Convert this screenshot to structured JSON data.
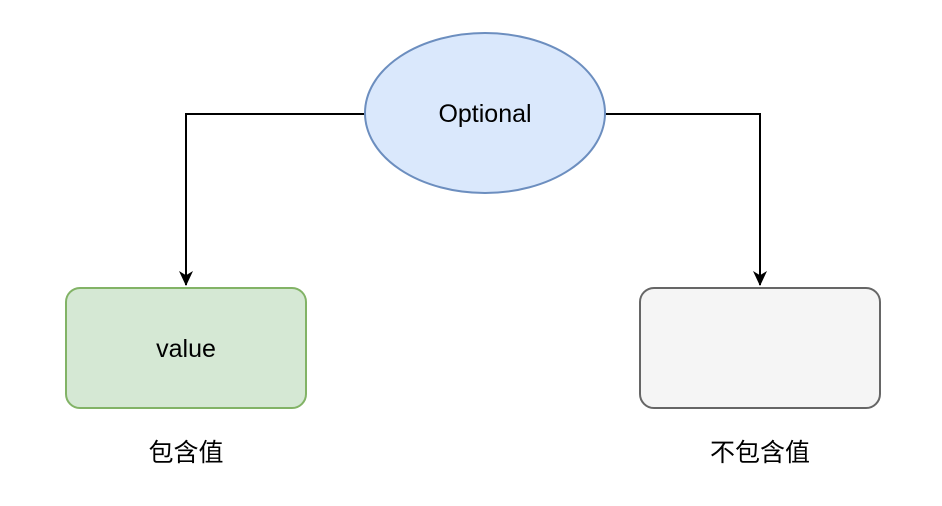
{
  "diagram": {
    "root_node": {
      "label": "Optional",
      "fill": "#dae8fc",
      "stroke": "#6c8ebf"
    },
    "value_node": {
      "label": "value",
      "fill": "#d5e8d4",
      "stroke": "#82b366"
    },
    "empty_node": {
      "fill": "#f5f5f5",
      "stroke": "#666666"
    },
    "captions": {
      "has_value": "包含值",
      "no_value": "不包含值"
    },
    "edges": {
      "color": "#000000"
    },
    "text_color": "#000000",
    "background": "#ffffff"
  }
}
